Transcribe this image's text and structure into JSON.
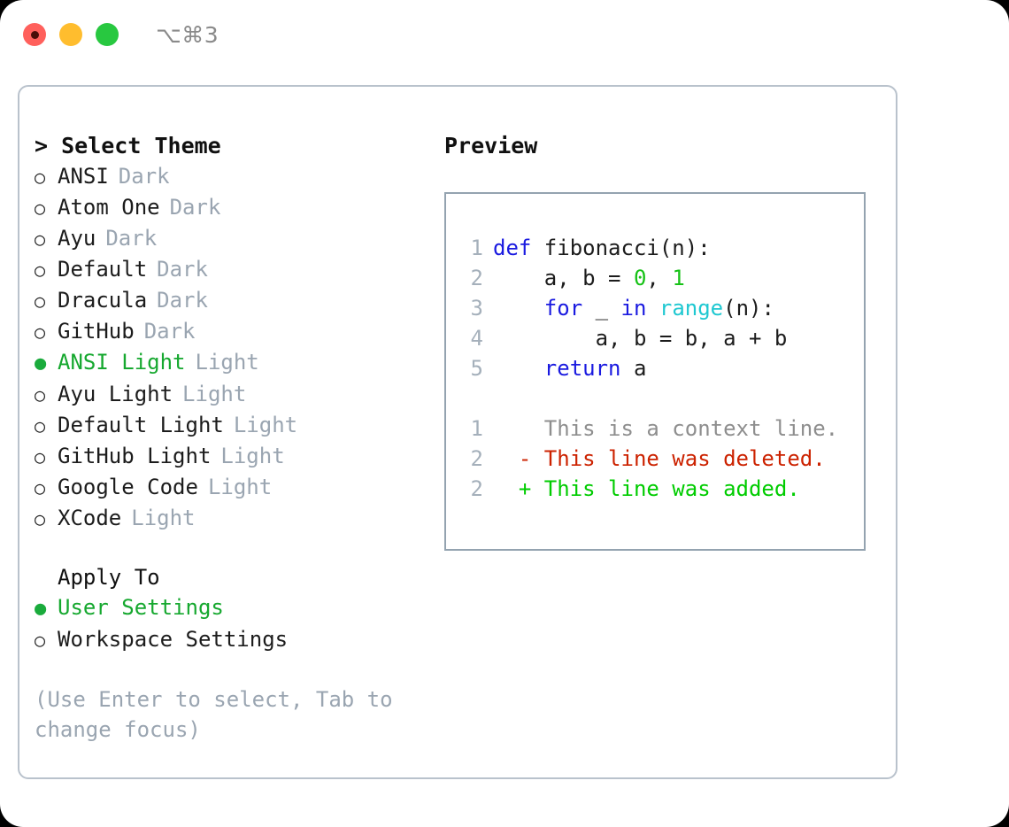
{
  "titlebar": {
    "buttons": [
      {
        "name": "close",
        "color": "#ff605c"
      },
      {
        "name": "minimize",
        "color": "#ffbd2e"
      },
      {
        "name": "zoom",
        "color": "#28c840"
      }
    ],
    "shortcut": "⌥⌘3"
  },
  "theme_panel": {
    "header": "> Select Theme",
    "unselected_marker": "○",
    "selected_marker": "●",
    "options": [
      {
        "label": "ANSI",
        "tag": "Dark",
        "selected": false
      },
      {
        "label": "Atom One",
        "tag": "Dark",
        "selected": false
      },
      {
        "label": "Ayu",
        "tag": "Dark",
        "selected": false
      },
      {
        "label": "Default",
        "tag": "Dark",
        "selected": false
      },
      {
        "label": "Dracula",
        "tag": "Dark",
        "selected": false
      },
      {
        "label": "GitHub",
        "tag": "Dark",
        "selected": false
      },
      {
        "label": "ANSI Light",
        "tag": "Light",
        "selected": true
      },
      {
        "label": "Ayu Light",
        "tag": "Light",
        "selected": false
      },
      {
        "label": "Default Light",
        "tag": "Light",
        "selected": false
      },
      {
        "label": "GitHub Light",
        "tag": "Light",
        "selected": false
      },
      {
        "label": "Google Code",
        "tag": "Light",
        "selected": false
      },
      {
        "label": "XCode",
        "tag": "Light",
        "selected": false
      }
    ]
  },
  "apply_to": {
    "header": "Apply To",
    "options": [
      {
        "label": "User Settings",
        "selected": true
      },
      {
        "label": "Workspace Settings",
        "selected": false
      }
    ]
  },
  "hint": "(Use Enter to select, Tab to change focus)",
  "preview": {
    "title": "Preview",
    "code_lines": [
      {
        "num": "1",
        "tokens": [
          {
            "text": "def",
            "style": "kw"
          },
          {
            "text": " fibonacci(n):",
            "style": "plain"
          }
        ]
      },
      {
        "num": "2",
        "tokens": [
          {
            "text": "    a, b = ",
            "style": "plain"
          },
          {
            "text": "0",
            "style": "num"
          },
          {
            "text": ", ",
            "style": "plain"
          },
          {
            "text": "1",
            "style": "num"
          }
        ]
      },
      {
        "num": "3",
        "tokens": [
          {
            "text": "    ",
            "style": "plain"
          },
          {
            "text": "for",
            "style": "kw"
          },
          {
            "text": " _ ",
            "style": "plain"
          },
          {
            "text": "in",
            "style": "kw"
          },
          {
            "text": " ",
            "style": "plain"
          },
          {
            "text": "range",
            "style": "fn"
          },
          {
            "text": "(n):",
            "style": "plain"
          }
        ]
      },
      {
        "num": "4",
        "tokens": [
          {
            "text": "        a, b = b, a + b",
            "style": "plain"
          }
        ]
      },
      {
        "num": "5",
        "tokens": [
          {
            "text": "    ",
            "style": "plain"
          },
          {
            "text": "return",
            "style": "kw"
          },
          {
            "text": " a",
            "style": "plain"
          }
        ]
      }
    ],
    "diff_lines": [
      {
        "num": "1",
        "marker": " ",
        "text": " This is a context line.",
        "kind": "context"
      },
      {
        "num": "2",
        "marker": "-",
        "text": " This line was deleted.",
        "kind": "deleted"
      },
      {
        "num": "2",
        "marker": "+",
        "text": " This line was added.",
        "kind": "added"
      }
    ]
  },
  "colors": {
    "accent_green": "#16a82f",
    "muted": "#9aa5b1",
    "keyword": "#1a1ae0",
    "function": "#1fc8d1",
    "number": "#16c216",
    "diff_deleted": "#cc2200",
    "diff_added": "#00cc00",
    "border": "#94a3b0"
  }
}
